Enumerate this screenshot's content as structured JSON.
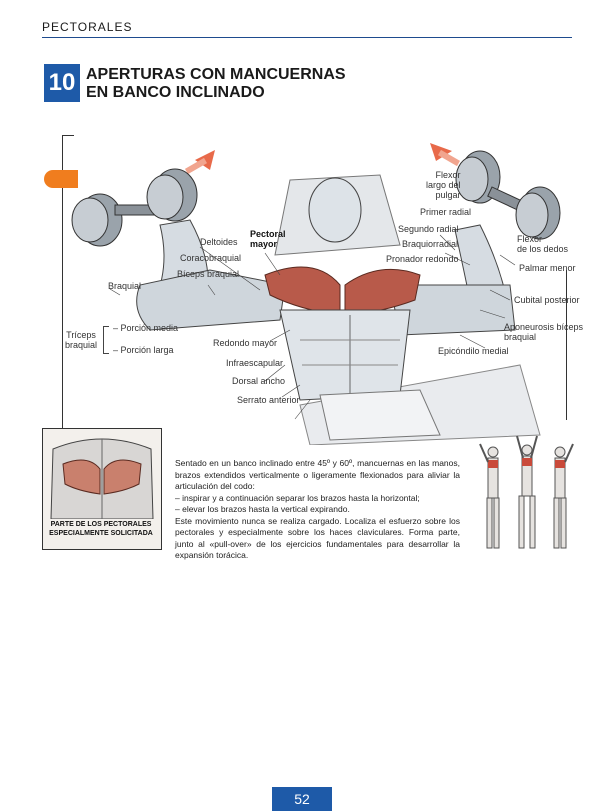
{
  "header": {
    "section": "PECTORALES"
  },
  "exercise": {
    "number": "10",
    "title_line1": "APERTURAS CON MANCUERNAS",
    "title_line2": "EN BANCO INCLINADO"
  },
  "labels": {
    "flexor_largo_pulgar": [
      "Flexor",
      "largo del",
      "pulgar"
    ],
    "primer_radial": "Primer radial",
    "segundo_radial": "Segundo radial",
    "braquiorradial": "Braquiorradial",
    "pronador_redondo": "Pronador redondo",
    "flexor_dedos": [
      "Flexor",
      "de los dedos"
    ],
    "palmar_menor": "Palmar menor",
    "cubital_posterior": "Cubital posterior",
    "aponeurosis": [
      "Aponeurosis bíceps",
      "braquial"
    ],
    "epicondilo": "Epicóndilo medial",
    "deltoides": "Deltoides",
    "pectoral_mayor": [
      "Pectoral",
      "mayor"
    ],
    "coracobraquial": "Coracobraquial",
    "biceps": "Bíceps braquial",
    "braquial": "Braquial",
    "triceps": [
      "Tríceps",
      "braquial"
    ],
    "porcion_media": "– Porción media",
    "porcion_larga": "– Porción larga",
    "redondo_mayor": "Redondo mayor",
    "infraescapular": "Infraescapular",
    "dorsal_ancho": "Dorsal ancho",
    "serrato": "Serrato anterior"
  },
  "inset_caption": [
    "PARTE DE LOS PECTORALES",
    "ESPECIALMENTE SOLICITADA"
  ],
  "description": [
    "Sentado en un banco inclinado entre 45º y 60º, mancuernas en las manos, brazos extendidos verticalmente o ligeramente flexionados para aliviar la articulación del codo:",
    "– inspirar y a continuación separar los brazos hasta la horizontal;",
    "– elevar los brazos hasta la vertical expirando.",
    "Este movimiento nunca se realiza cargado. Localiza el esfuerzo sobre los pectorales y especialmente sobre los haces claviculares. Forma parte, junto al «pull-over» de los ejercicios fundamentales para desarrollar la expansión torácica."
  ],
  "page_number": "52",
  "colors": {
    "accent_blue": "#1e5aa8",
    "orange": "#f07d1e",
    "muscle_red": "#b85a4a"
  }
}
